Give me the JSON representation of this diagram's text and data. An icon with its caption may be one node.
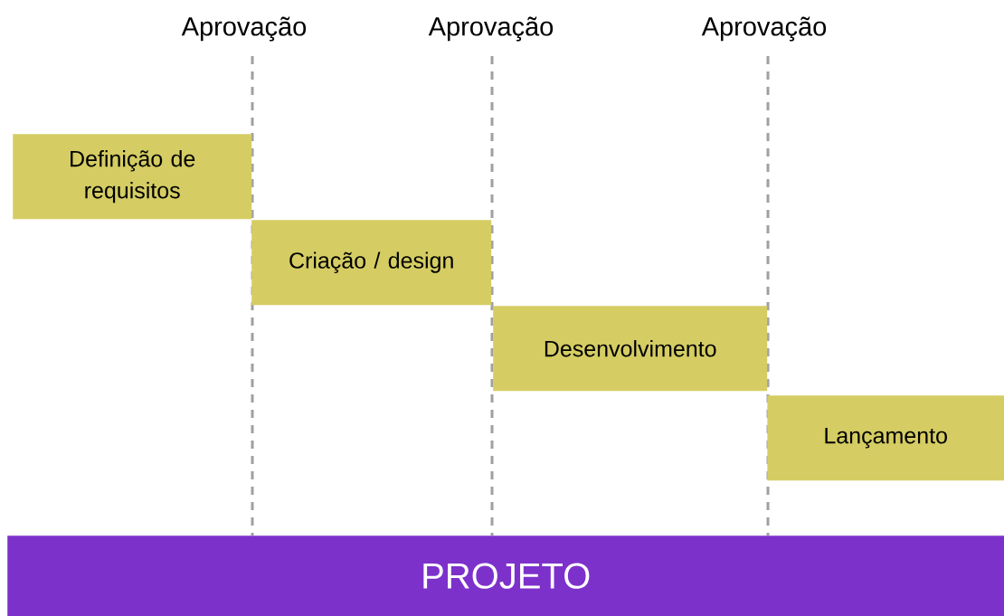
{
  "diagram": {
    "nodes": [
      {
        "text": [
          "Definição de requisitos"
        ]
      },
      {
        "text": [
          "Criação / design"
        ]
      },
      {
        "text": [
          "Desenvolvimento"
        ]
      },
      {
        "text": [
          "Lançamento"
        ]
      },
      {
        "text": [
          "PROJETO"
        ]
      }
    ],
    "labels": [
      "Aprovação",
      "Aprovação",
      "Aprovação"
    ]
  }
}
